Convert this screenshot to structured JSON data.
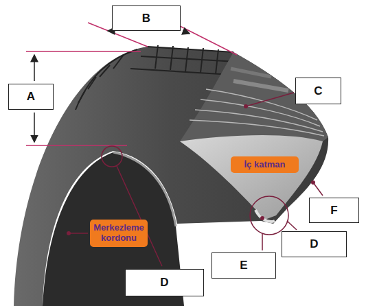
{
  "diagram": {
    "nodes": [
      {
        "text": [
          "B"
        ]
      },
      {
        "text": [
          "A"
        ]
      },
      {
        "text": [
          "C"
        ]
      },
      {
        "text": [
          "İç katman"
        ]
      },
      {
        "text": [
          "F"
        ]
      },
      {
        "text": [
          "Merkezleme kordonu"
        ]
      },
      {
        "text": [
          "D"
        ]
      },
      {
        "text": [
          "E"
        ]
      },
      {
        "text": [
          "D"
        ]
      }
    ]
  }
}
